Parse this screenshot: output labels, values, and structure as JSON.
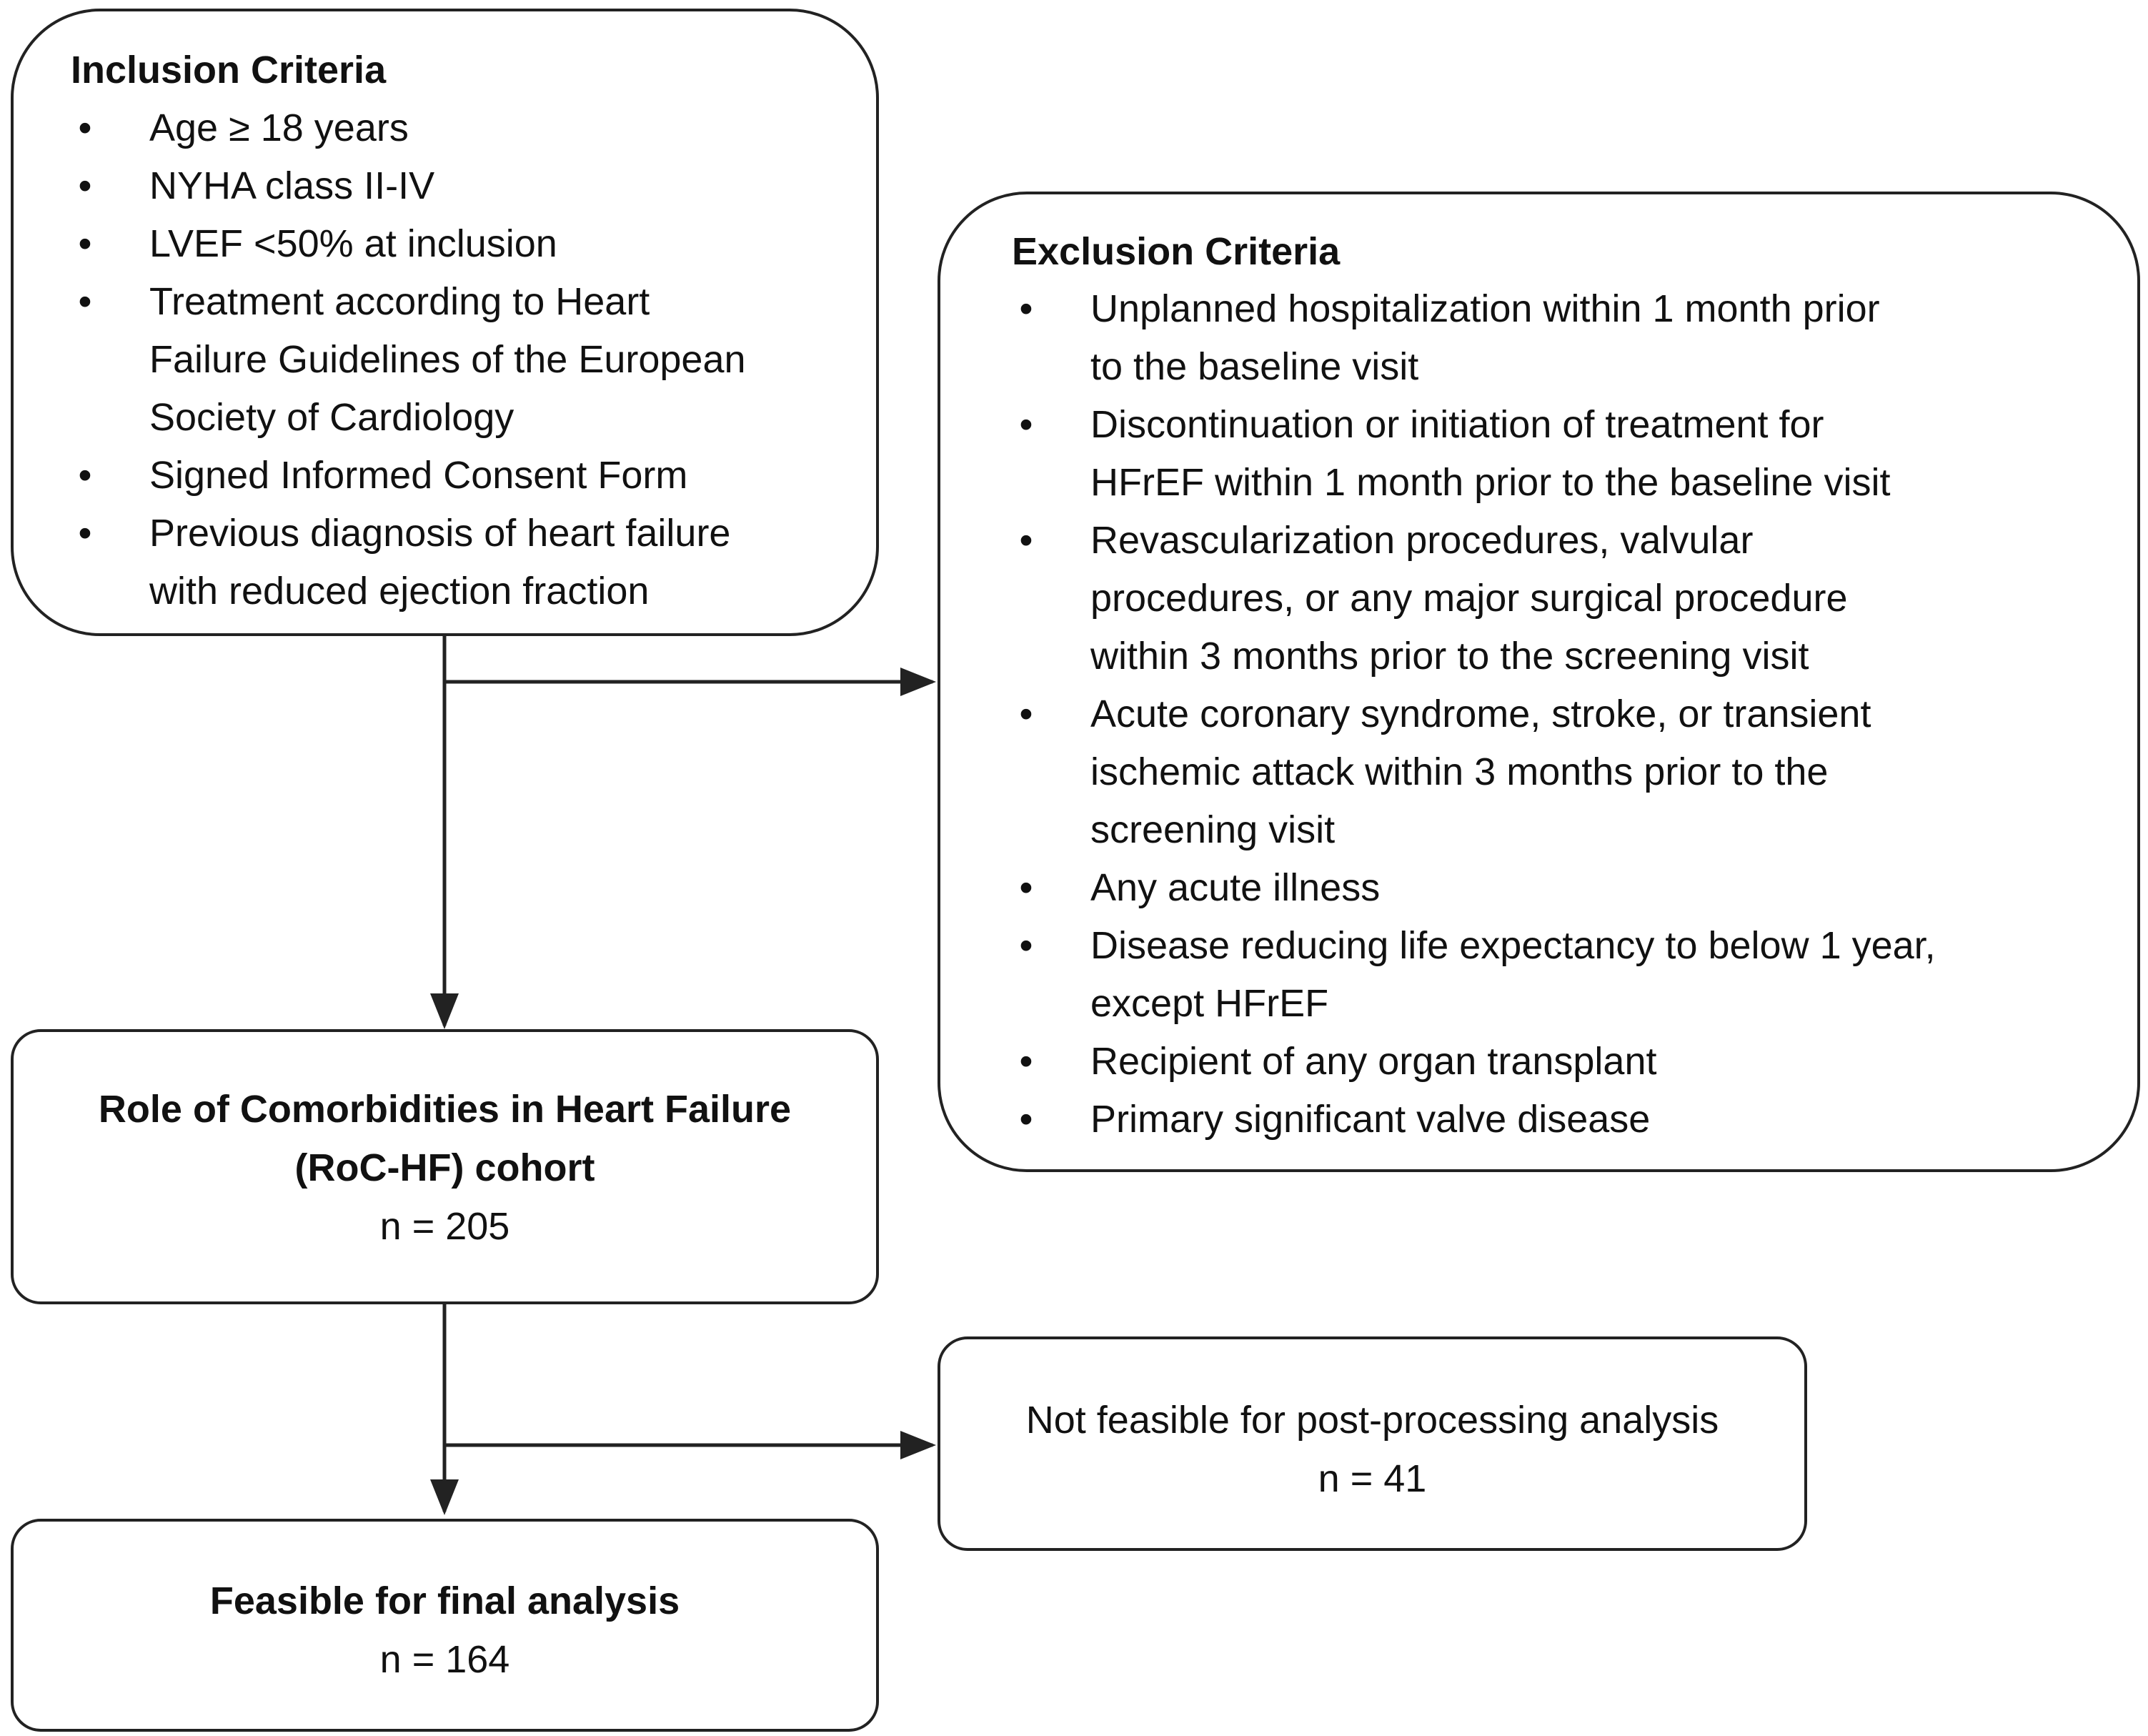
{
  "inclusion": {
    "title": "Inclusion Criteria",
    "items": [
      [
        "Age ≥ 18 years"
      ],
      [
        "NYHA class II-IV"
      ],
      [
        "LVEF <50% at inclusion"
      ],
      [
        "Treatment according to Heart",
        "Failure Guidelines of the European",
        "Society of Cardiology"
      ],
      [
        "Signed Informed Consent Form"
      ],
      [
        "Previous diagnosis of heart failure",
        "with reduced ejection fraction"
      ]
    ]
  },
  "exclusion": {
    "title": "Exclusion Criteria",
    "items": [
      [
        "Unplanned hospitalization within 1 month prior",
        "to the baseline visit"
      ],
      [
        "Discontinuation or initiation of treatment for",
        "HFrEF within 1 month prior to the baseline visit"
      ],
      [
        "Revascularization procedures, valvular",
        "procedures, or any major surgical procedure",
        "within 3 months prior to the screening visit"
      ],
      [
        "Acute coronary syndrome, stroke, or transient",
        "ischemic attack within 3 months prior to the",
        "screening visit"
      ],
      [
        "Any acute illness"
      ],
      [
        "Disease reducing life expectancy to below 1 year,",
        "except HFrEF"
      ],
      [
        "Recipient of any organ transplant"
      ],
      [
        "Primary significant valve disease"
      ]
    ]
  },
  "cohort": {
    "title_line1": "Role of Comorbidities in Heart Failure",
    "title_line2": "(RoC-HF) cohort",
    "count": "n = 205"
  },
  "not_feasible": {
    "label": "Not feasible for post-processing analysis",
    "count": "n = 41"
  },
  "final": {
    "title": "Feasible for final analysis",
    "count": "n = 164"
  },
  "bullet_char": "•",
  "colors": {
    "line": "#222222",
    "background": "#ffffff"
  }
}
